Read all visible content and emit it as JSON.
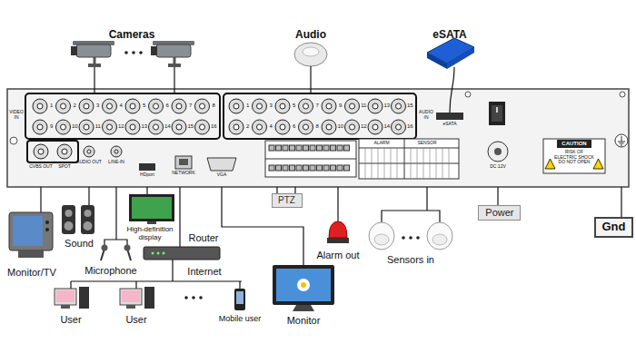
{
  "diagram": {
    "nodes": [
      {
        "text": [
          "PTZ"
        ]
      },
      {
        "text": [
          "Power"
        ]
      },
      {
        "text": [
          "Gnd"
        ]
      }
    ],
    "labels": [
      "Cameras",
      "Audio",
      "eSATA",
      "VIDEO IN",
      "AUDIO IN",
      "eSATA",
      "CVBS OUT",
      "SPOT",
      "AUDIO OUT",
      "LINE-IN",
      "HDport",
      "NETWORK",
      "VGA",
      "ALARM",
      "SENSOR",
      "DC 12V",
      "CAUTION",
      "RISK OF ELECTRIC SHOCK DO NOT OPEN",
      "High-definition display",
      "Router",
      "Monitor/TV",
      "Sound",
      "Microphone",
      "Internet",
      "User",
      "User",
      "Mobile user",
      "Monitor",
      "Alarm out",
      "Sensors in",
      "1",
      "2",
      "3",
      "4",
      "5",
      "6",
      "7",
      "8",
      "9",
      "10",
      "11",
      "12",
      "13",
      "14",
      "15",
      "16",
      "1",
      "3",
      "5",
      "7",
      "9",
      "11",
      "13",
      "15",
      "2",
      "4",
      "6",
      "8",
      "10",
      "12",
      "14",
      "16"
    ]
  }
}
